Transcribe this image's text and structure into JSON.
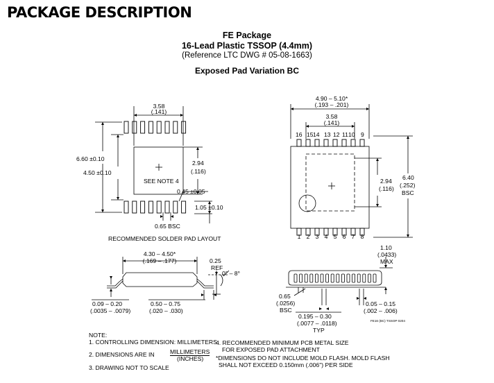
{
  "header": {
    "title": "PACKAGE DESCRIPTION"
  },
  "package": {
    "name": "FE Package",
    "type": "16-Lead Plastic TSSOP (4.4mm)",
    "reference": "(Reference LTC DWG # 05-08-1663)",
    "variation": "Exposed Pad Variation BC"
  },
  "solder_layout": {
    "caption": "RECOMMENDED SOLDER PAD LAYOUT",
    "dim_width_mm": "3.58",
    "dim_width_in": "(.141)",
    "dim_overall": "6.60 ±0.10",
    "dim_inner": "4.50 ±0.10",
    "dim_pad_mm": "2.94",
    "dim_pad_in": "(.116)",
    "see_note": "SEE NOTE 4",
    "dim_pad_width": "0.45 ±0.05",
    "dim_pad_length": "1.05 ±0.10",
    "dim_pitch": "0.65 BSC"
  },
  "top_view": {
    "dim_length_mm": "4.90 – 5.10*",
    "dim_length_in": "(.193 – .201)",
    "dim_pad_mm": "3.58",
    "dim_pad_in": "(.141)",
    "top_pins_left": [
      "16",
      "15",
      "14",
      "13",
      "12",
      "11",
      "10"
    ],
    "top_pin_last": "9",
    "bottom_pins": [
      "1",
      "2",
      "3",
      "4",
      "5",
      "6",
      "7",
      "8"
    ],
    "dim_pad_h_mm": "2.94",
    "dim_pad_h_in": "(.116)",
    "dim_width_mm": "6.40",
    "dim_width_in": "(.252)",
    "dim_width_bsc": "BSC"
  },
  "end_view": {
    "dim_body_mm": "4.30 – 4.50*",
    "dim_body_in": "(.169 – .177)",
    "dim_lead_thk_mm": "0.09 – 0.20",
    "dim_lead_thk_in": "(.0035 – .0079)",
    "dim_foot_mm": "0.50 – 0.75",
    "dim_foot_in": "(.020 – .030)",
    "dim_gauge": "0.25",
    "dim_gauge_ref": "REF",
    "dim_angle": "0° – 8°"
  },
  "side_view": {
    "dim_height_mm": "1.10",
    "dim_height_in": "(.0433)",
    "dim_height_max": "MAX",
    "dim_pitch_mm": "0.65",
    "dim_pitch_in": "(.0256)",
    "dim_pitch_bsc": "BSC",
    "dim_lead_w_mm": "0.195 – 0.30",
    "dim_lead_w_in": "(.0077 – .0118)",
    "dim_lead_w_typ": "TYP",
    "dim_standoff_mm": "0.05 – 0.15",
    "dim_standoff_in": "(.002 – .006)",
    "drawing_code": "FE16 (BC) TSSOP 0204"
  },
  "notes": {
    "heading": "NOTE:",
    "n1": "1. CONTROLLING DIMENSION: MILLIMETERS",
    "n2_prefix": "2. DIMENSIONS ARE IN",
    "n2_top": "MILLIMETERS",
    "n2_bottom": "(INCHES)",
    "n3": "3. DRAWING NOT TO SCALE",
    "n4_line1": "4. RECOMMENDED MINIMUM PCB METAL SIZE",
    "n4_line2": "FOR EXPOSED PAD ATTACHMENT",
    "n5_line1": "*DIMENSIONS DO NOT INCLUDE MOLD FLASH. MOLD FLASH",
    "n5_line2": "SHALL NOT EXCEED 0.150mm (.006\") PER SIDE"
  }
}
